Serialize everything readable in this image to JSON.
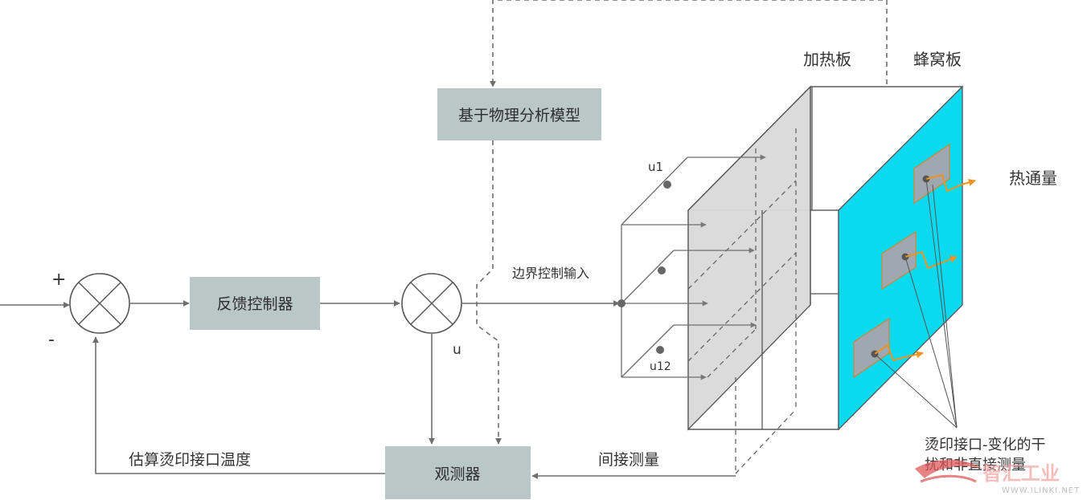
{
  "blocks": {
    "physics_model": "基于物理分析模型",
    "feedback_controller": "反馈控制器",
    "observer": "观测器"
  },
  "labels": {
    "plus": "+",
    "minus": "-",
    "u": "u",
    "boundary_input": "边界控制输入",
    "u1": "u1",
    "u12": "u12",
    "heating_plate": "加热板",
    "honeycomb_plate": "蜂窝板",
    "heat_flux": "热通量",
    "indirect_measurement": "间接测量",
    "estimate_temperature": "估算烫印接口温度",
    "interface_note_line1": "烫印接口-变化的干",
    "interface_note_line2": "扰和非直接测量"
  },
  "watermark": {
    "brand": "智汇工业",
    "url": "WWW.ILINKI.NET"
  },
  "colors": {
    "block_fill": "#b9c7c7",
    "line": "#6e6e6e",
    "cyan": "#0ad9f0",
    "plate_gray": "#d8d8d8",
    "orange": "#f0921e"
  }
}
